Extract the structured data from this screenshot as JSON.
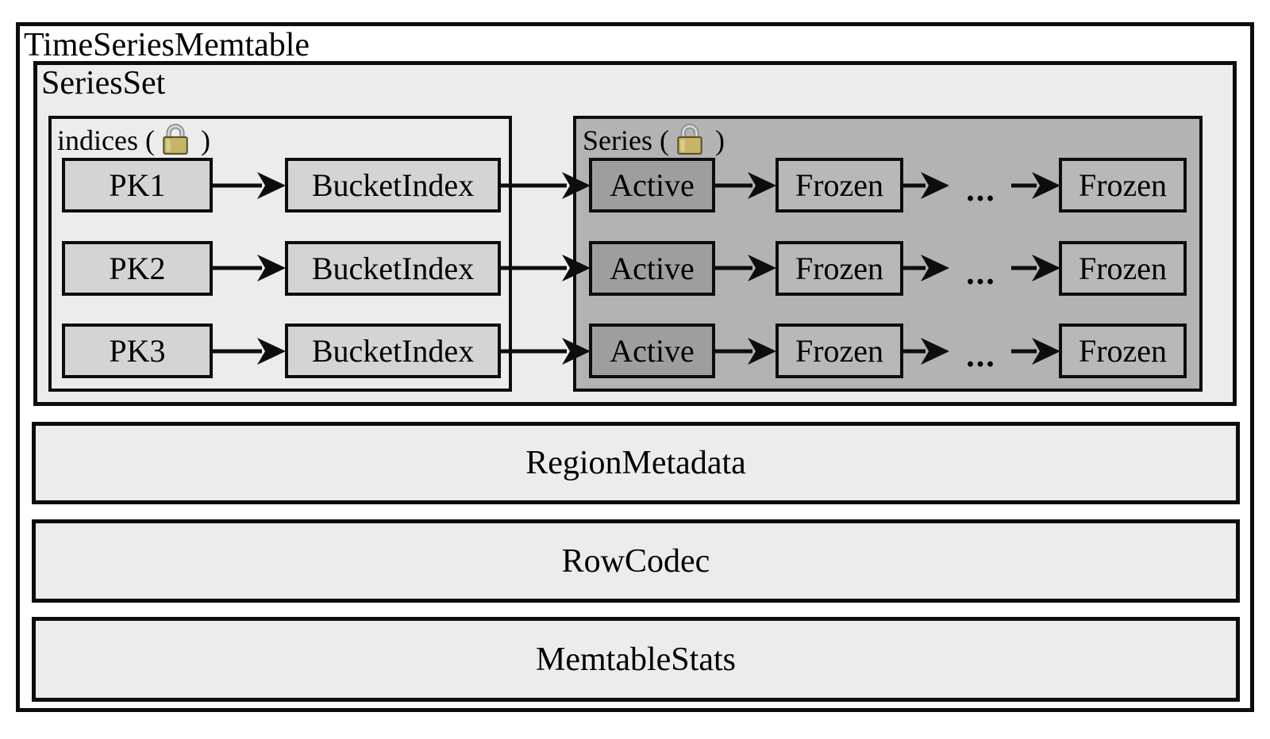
{
  "diagram": {
    "title": "TimeSeriesMemtable",
    "series_set": {
      "label": "SeriesSet",
      "indices_panel": {
        "label_prefix": "indices (",
        "label_suffix": ")",
        "lock_icon": "lock-icon",
        "rows": [
          {
            "pk": "PK1",
            "index": "BucketIndex"
          },
          {
            "pk": "PK2",
            "index": "BucketIndex"
          },
          {
            "pk": "PK3",
            "index": "BucketIndex"
          }
        ]
      },
      "series_panel": {
        "label_prefix": "Series (",
        "label_suffix": ")",
        "lock_icon": "lock-icon",
        "rows": [
          {
            "active": "Active",
            "frozen_first": "Frozen",
            "ellipsis": "...",
            "frozen_last": "Frozen"
          },
          {
            "active": "Active",
            "frozen_first": "Frozen",
            "ellipsis": "...",
            "frozen_last": "Frozen"
          },
          {
            "active": "Active",
            "frozen_first": "Frozen",
            "ellipsis": "...",
            "frozen_last": "Frozen"
          }
        ]
      }
    },
    "bottom_boxes": [
      {
        "label": "RegionMetadata"
      },
      {
        "label": "RowCodec"
      },
      {
        "label": "MemtableStats"
      }
    ],
    "colors": {
      "page_background": "#ffffff",
      "panel_light_gray": "#ececec",
      "node_light_gray": "#d4d4d4",
      "series_panel_gray": "#b3b3b3",
      "active_node_gray": "#9e9e9e",
      "frozen_node_gray": "#b8b8b8",
      "border_black": "#0d0d0d",
      "lock_body_gold": "#c6b566",
      "lock_shackle_silver": "#a8a8a8"
    }
  }
}
